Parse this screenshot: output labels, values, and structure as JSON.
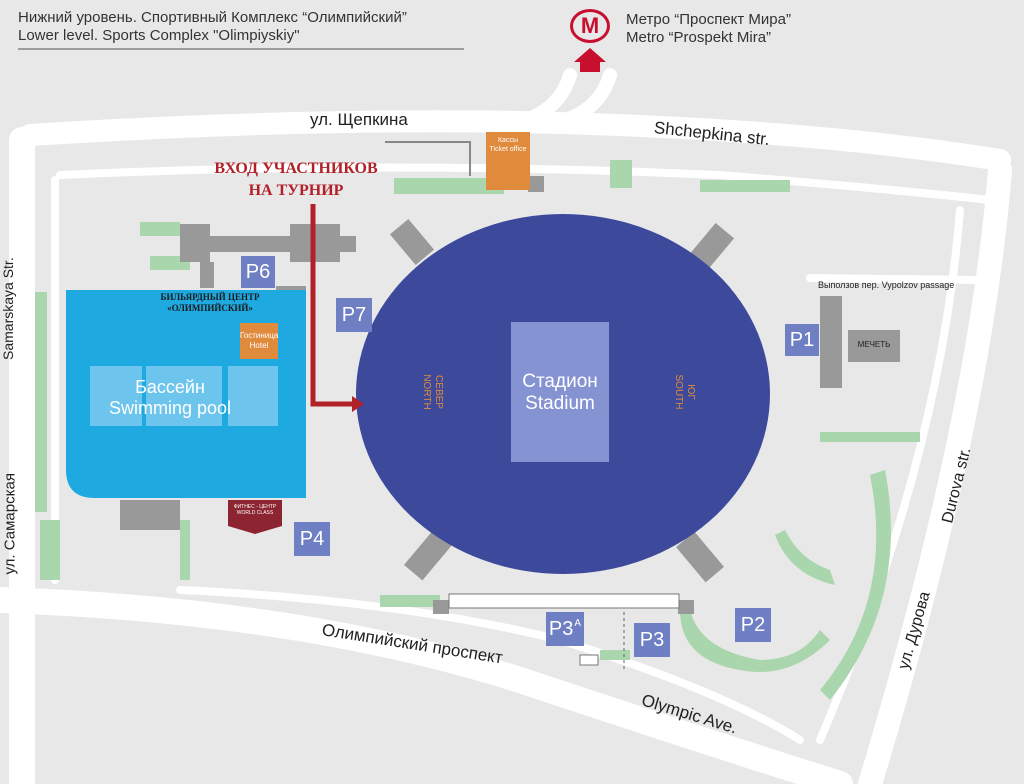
{
  "header": {
    "title_ru": "Нижний уровень. Спортивный Комплекс “Олимпийский”",
    "title_en": "Lower level. Sports Complex \"Olimpiyskiy\"",
    "metro_ru": "Метро “Проспект Мира”",
    "metro_en": "Metro “Prospekt Mira”",
    "metro_logo": "M"
  },
  "entrance": {
    "line1": "ВХОД УЧАСТНИКОВ",
    "line2": "НА ТУРНИР",
    "color": "#b22028"
  },
  "stadium": {
    "name_ru": "Стадион",
    "name_en": "Stadium",
    "north_ru": "СЕВЕР",
    "north_en": "NORTH",
    "south_ru": "ЮГ",
    "south_en": "SOUTH",
    "color": "#3d4a9c"
  },
  "pool": {
    "name_ru": "Бассейн",
    "name_en": "Swimming pool",
    "color": "#1ea9e1"
  },
  "billiard": {
    "line1": "БИЛЬЯРДНЫЙ ЦЕНТР",
    "line2": "«ОЛИМПИЙСКИЙ»"
  },
  "hotel": {
    "ru": "Гостиница",
    "en": "Hotel"
  },
  "ticket_office": {
    "ru": "Кассы",
    "en": "Ticket office"
  },
  "mosque": "МЕЧЕТЬ",
  "fitness": {
    "line1": "ФИТНЕС - ЦЕНТР",
    "line2": "WORLD CLASS"
  },
  "parking": [
    "P1",
    "P2",
    "P3",
    "P3",
    "P4",
    "P6",
    "P7"
  ],
  "parking_p3_sup": "A",
  "streets": {
    "shchepkina_ru": "ул. Щепкина",
    "shchepkina_en": "Shchepkina str.",
    "samarskaya_en": "Samarskaya Str.",
    "samarskaya_ru": "ул. Самарская",
    "vypolzov": "Выползов пер.   Vypolzov passage",
    "durova_en": "Durova str.",
    "durova_ru": "ул. Дурова",
    "olympic_ru": "Олимпийский проспект",
    "olympic_en": "Olympic Ave."
  },
  "colors": {
    "background": "#e8e8e8",
    "road": "#ffffff",
    "green": "#a9d6ad",
    "building": "#999999",
    "parking": "#6f7fc3",
    "orange": "#e08a3c"
  }
}
